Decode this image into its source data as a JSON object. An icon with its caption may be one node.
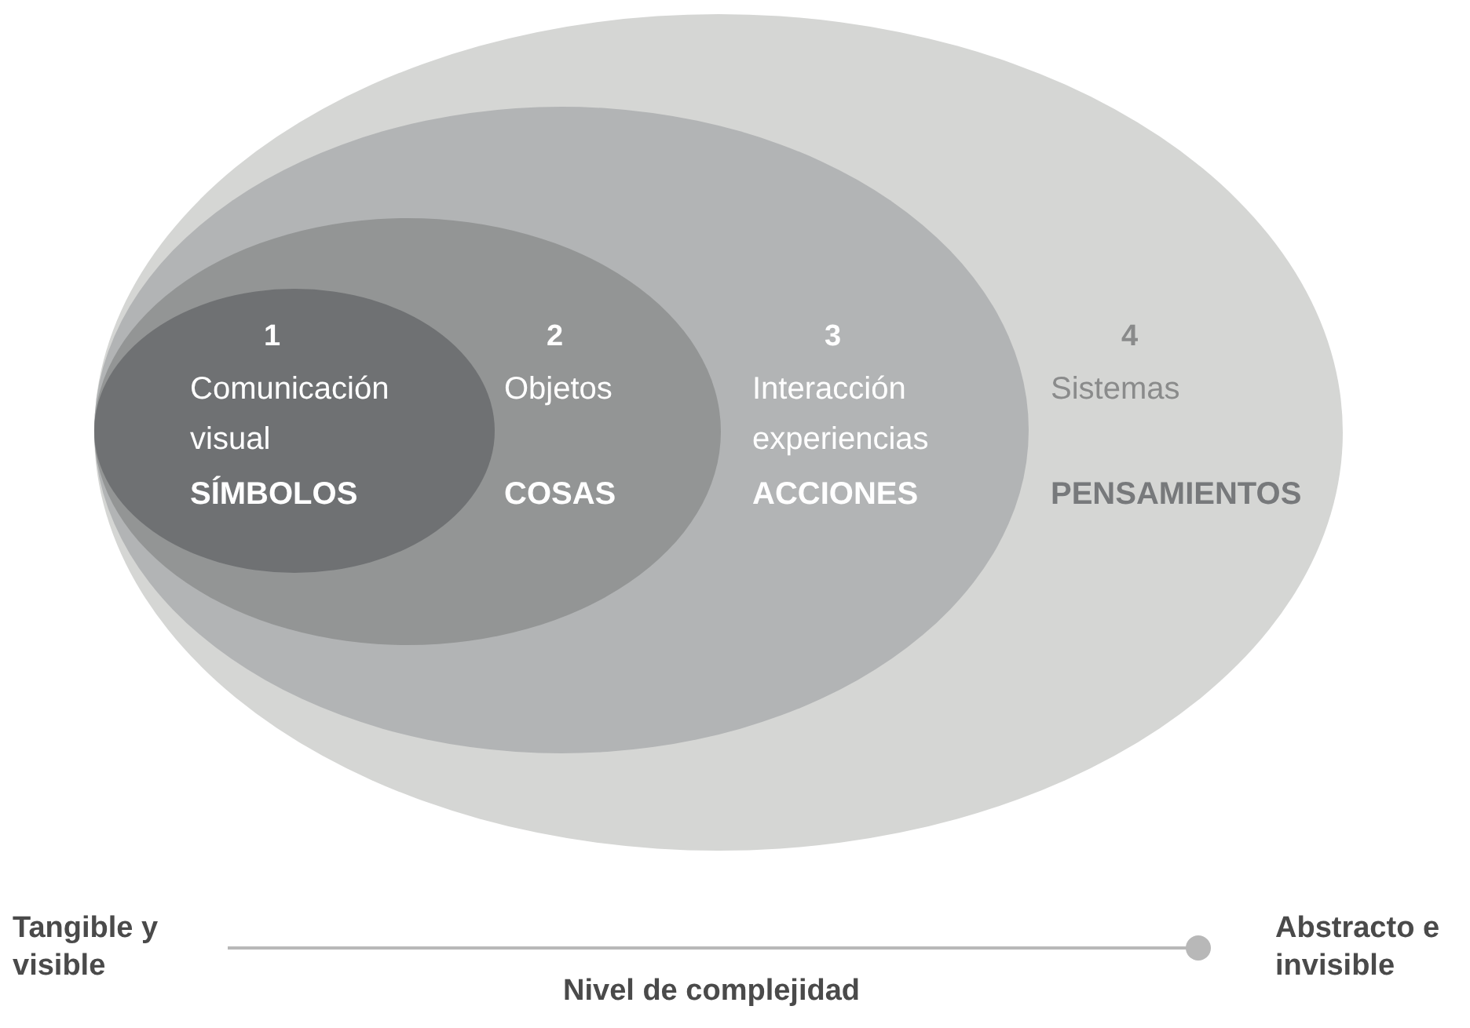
{
  "diagram": {
    "nodes": [
      {
        "text": [
          "4",
          "Sistemas",
          "PENSAMIENTOS"
        ]
      },
      {
        "text": [
          "3",
          "Interacción experiencias",
          "ACCIONES"
        ],
        "in": 0
      },
      {
        "text": [
          "2",
          "Objetos",
          "COSAS"
        ],
        "in": 1
      },
      {
        "text": [
          "1",
          "Comunicación visual",
          "SÍMBOLOS"
        ],
        "in": 2
      }
    ],
    "labels": [
      "Tangible y visible",
      "Abstracto e invisible",
      "Nivel de complejidad"
    ]
  }
}
